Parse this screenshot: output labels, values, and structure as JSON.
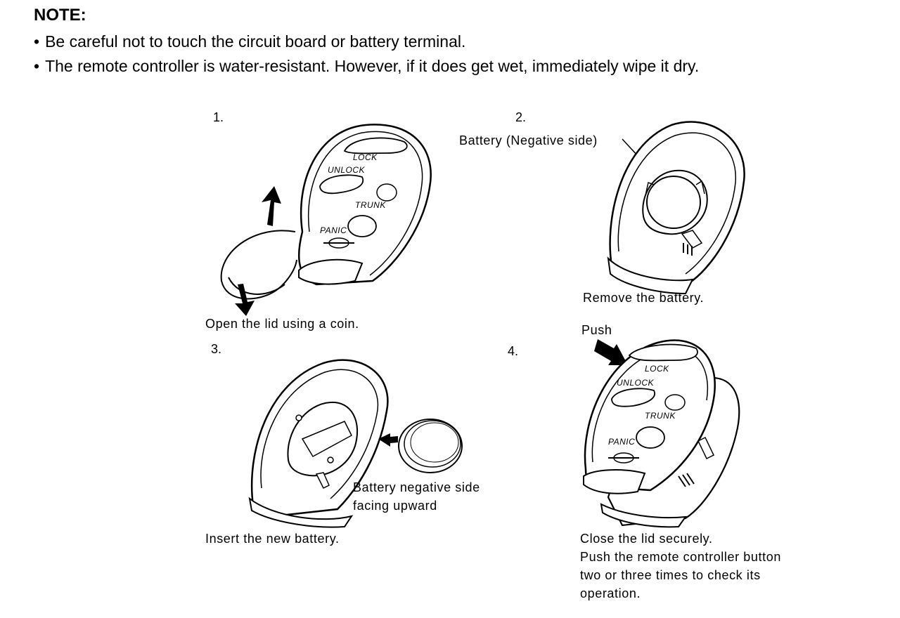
{
  "note": {
    "title": "NOTE:",
    "items": [
      "Be careful not to touch the circuit board or battery terminal.",
      "The remote controller is water-resistant. However, if it does get wet, immediately wipe it dry."
    ]
  },
  "steps": [
    {
      "number": "1.",
      "caption": "Open the lid using a coin."
    },
    {
      "number": "2.",
      "label": "Battery (Negative side)",
      "caption": "Remove the battery."
    },
    {
      "number": "3.",
      "label_line1": "Battery negative side",
      "label_line2": "facing upward",
      "caption": "Insert the new battery."
    },
    {
      "number": "4.",
      "label": "Push",
      "caption_lines": [
        "Close the lid securely.",
        "Push the remote controller button",
        "two or three times to check its",
        "operation."
      ]
    }
  ],
  "remote_buttons": {
    "lock": "LOCK",
    "unlock": "UNLOCK",
    "trunk": "TRUNK",
    "panic": "PANIC"
  }
}
